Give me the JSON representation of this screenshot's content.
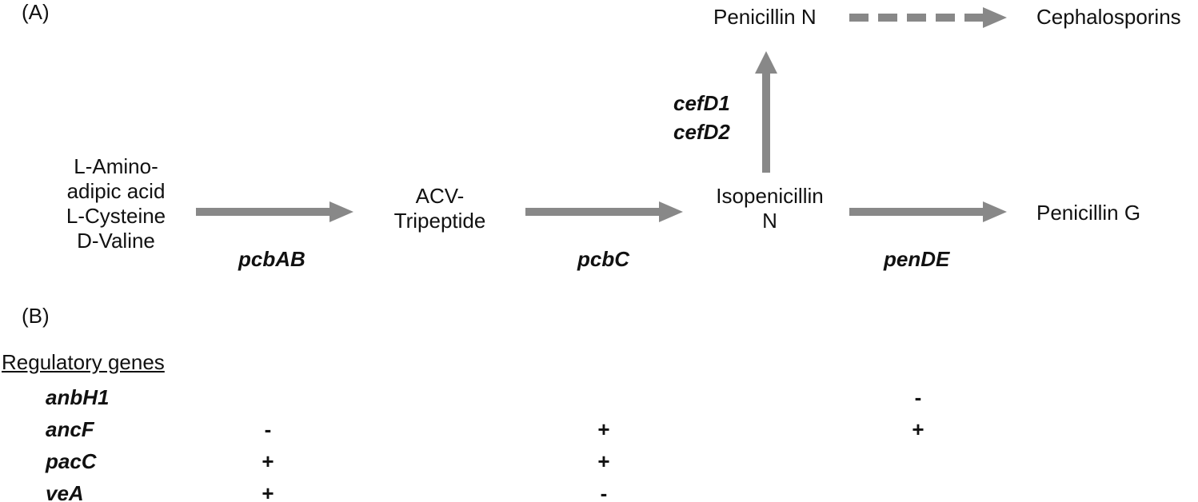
{
  "panel_a": {
    "label": "(A)",
    "substrates": [
      "L-Amino-",
      "adipic acid",
      "L-Cysteine",
      "D-Valine"
    ],
    "acv": [
      "ACV-",
      "Tripeptide"
    ],
    "ipn": [
      "Isopenicillin",
      "N"
    ],
    "penicillin_n": "Penicillin N",
    "cephalosporins": "Cephalosporins",
    "penicillin_g": "Penicillin G",
    "gene_pcbAB": "pcbAB",
    "gene_pcbC": "pcbC",
    "gene_penDE": "penDE",
    "gene_cefD1": "cefD1",
    "gene_cefD2": "cefD2",
    "arrow_color": "#888888"
  },
  "panel_b": {
    "label": "(B)",
    "heading": "Regulatory genes",
    "rows": [
      {
        "gene": "anbH1",
        "pcbAB": "",
        "pcbC": "",
        "penDE": "-"
      },
      {
        "gene": "ancF",
        "pcbAB": "-",
        "pcbC": "+",
        "penDE": "+"
      },
      {
        "gene": "pacC",
        "pcbAB": "+",
        "pcbC": "+",
        "penDE": ""
      },
      {
        "gene": "veA",
        "pcbAB": "+",
        "pcbC": "-",
        "penDE": ""
      }
    ]
  }
}
